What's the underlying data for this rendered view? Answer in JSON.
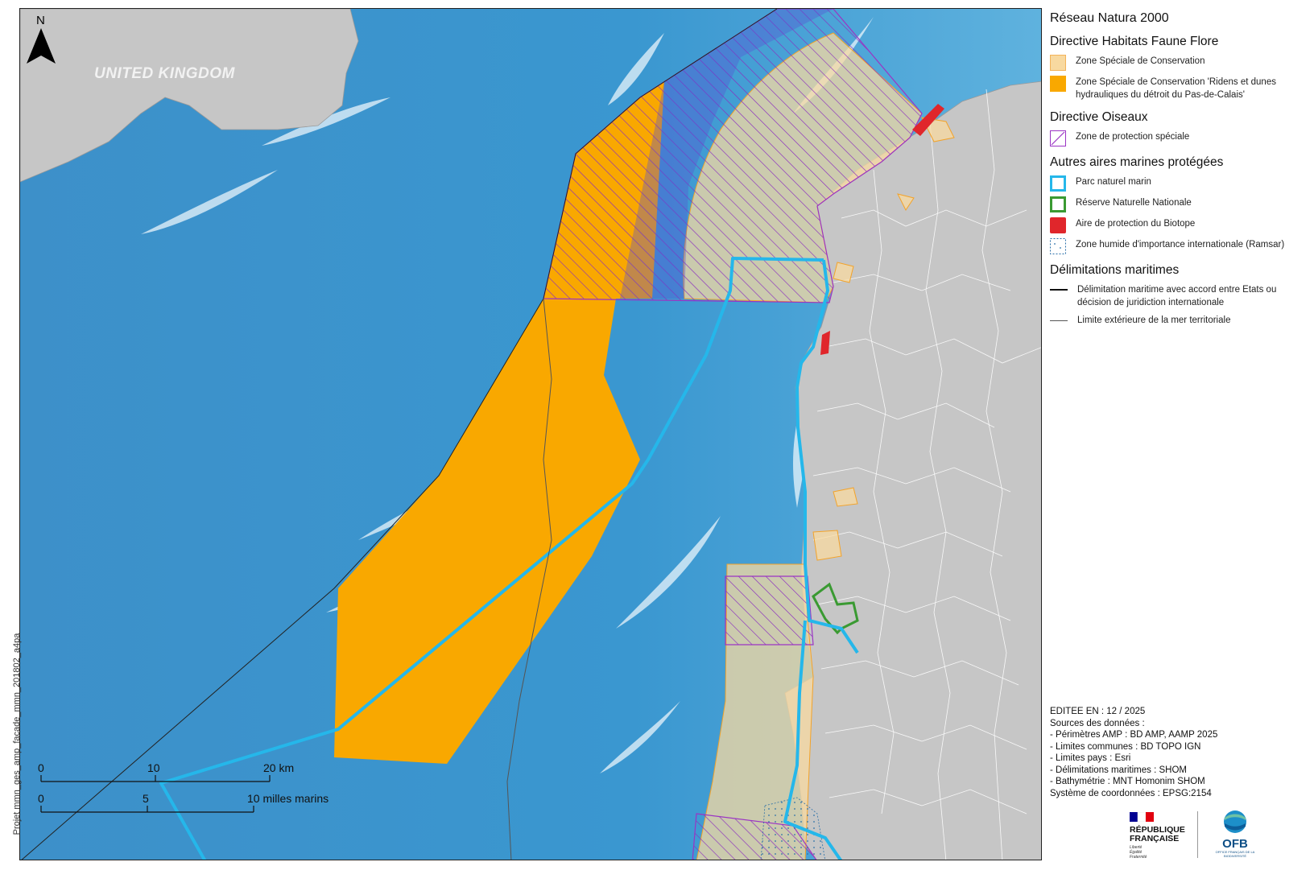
{
  "map": {
    "country_label": "UNITED KINGDOM",
    "north_letter": "N",
    "scale_km": {
      "ticks": [
        "0",
        "10",
        "20 km"
      ]
    },
    "scale_nm": {
      "ticks": [
        "0",
        "5",
        "10 milles marins"
      ]
    },
    "project_text": "Projet mmn_ges_amp_facade_mmn_201802_a4pa",
    "colors": {
      "sea": "#3f97cf",
      "land": "#c6c6c6",
      "zsc": "#f8d9a0",
      "zsc_ridens": "#f9a800",
      "zps": "#9b34c4",
      "pnm": "#25b7ea",
      "rnn": "#3a9a32",
      "biotope": "#e0262b"
    }
  },
  "legend": {
    "title": "Réseau Natura 2000",
    "sections": [
      {
        "title": "Directive Habitats Faune Flore",
        "items": [
          {
            "label": "Zone Spéciale de Conservation",
            "symbol": "zsc-swatch"
          },
          {
            "label": "Zone Spéciale de Conservation 'Ridens et dunes hydrauliques du détroit du Pas-de-Calais'",
            "symbol": "zsc-ridens-swatch"
          }
        ]
      },
      {
        "title": "Directive Oiseaux",
        "items": [
          {
            "label": "Zone de protection spéciale",
            "symbol": "zps-swatch"
          }
        ]
      },
      {
        "title": "Autres aires marines protégées",
        "items": [
          {
            "label": "Parc naturel marin",
            "symbol": "pnm-swatch"
          },
          {
            "label": "Réserve Naturelle Nationale",
            "symbol": "rnn-swatch"
          },
          {
            "label": "Aire de protection du Biotope",
            "symbol": "biotope-swatch"
          },
          {
            "label": "Zone humide d'importance internationale (Ramsar)",
            "symbol": "ramsar-swatch"
          }
        ]
      },
      {
        "title": "Délimitations maritimes",
        "items": [
          {
            "label": "Délimitation maritime avec accord entre Etats ou décision de juridiction internationale",
            "symbol": "delimitation-line"
          },
          {
            "label": "Limite extérieure de la mer territoriale",
            "symbol": "territorial-line"
          }
        ]
      }
    ]
  },
  "metadata": {
    "lines": [
      "EDITEE EN : 12 / 2025",
      "Sources des données :",
      "- Périmètres AMP : BD AMP, AAMP 2025",
      "- Limites communes : BD TOPO IGN",
      "- Limites pays : Esri",
      "- Délimitations maritimes : SHOM",
      "- Bathymétrie : MNT Homonim SHOM",
      "Système de coordonnées : EPSG:2154"
    ]
  },
  "logos": {
    "republique_line1": "RÉPUBLIQUE",
    "republique_line2": "FRANÇAISE",
    "motto": [
      "Liberté",
      "Égalité",
      "Fraternité"
    ],
    "ofb": "OFB",
    "ofb_sub": "OFFICE FRANÇAIS DE LA BIODIVERSITÉ"
  }
}
